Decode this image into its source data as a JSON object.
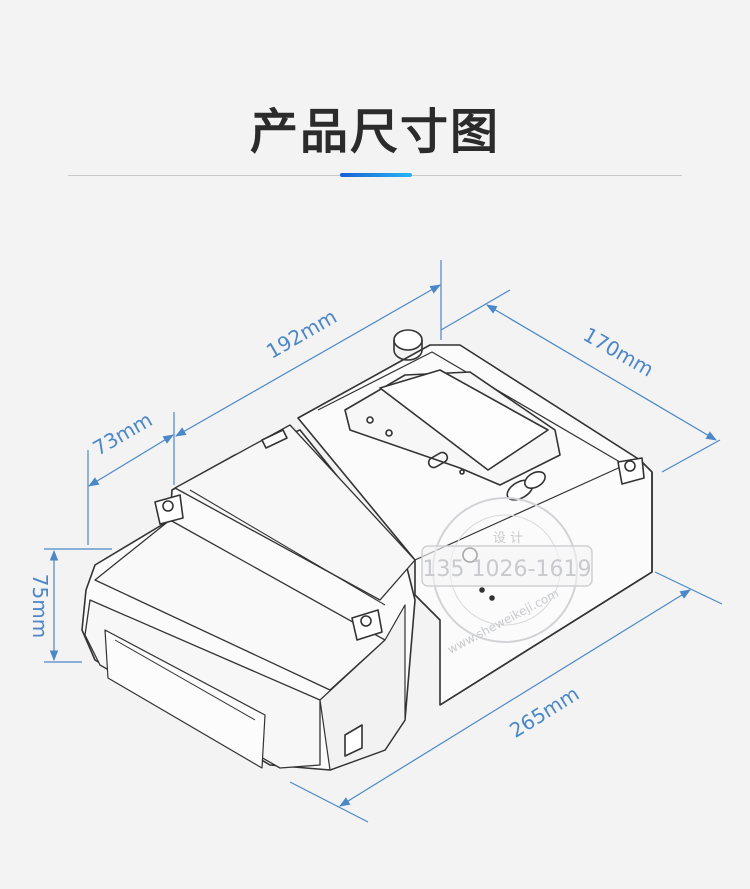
{
  "page": {
    "title": "产品尺寸图"
  },
  "dimensions": {
    "top_length": "192mm",
    "top_depth": "170mm",
    "step_depth": "73mm",
    "height": "75mm",
    "bottom_length": "265mm"
  },
  "watermark": {
    "ring_text": "www.sheweikeji.com",
    "phone": "135 1026-1619",
    "brand": "设 计"
  },
  "colors": {
    "dimension": "#4c87c8",
    "accent": "#1e78e4",
    "device_stroke": "#333333",
    "background": "#f3f3f4"
  }
}
